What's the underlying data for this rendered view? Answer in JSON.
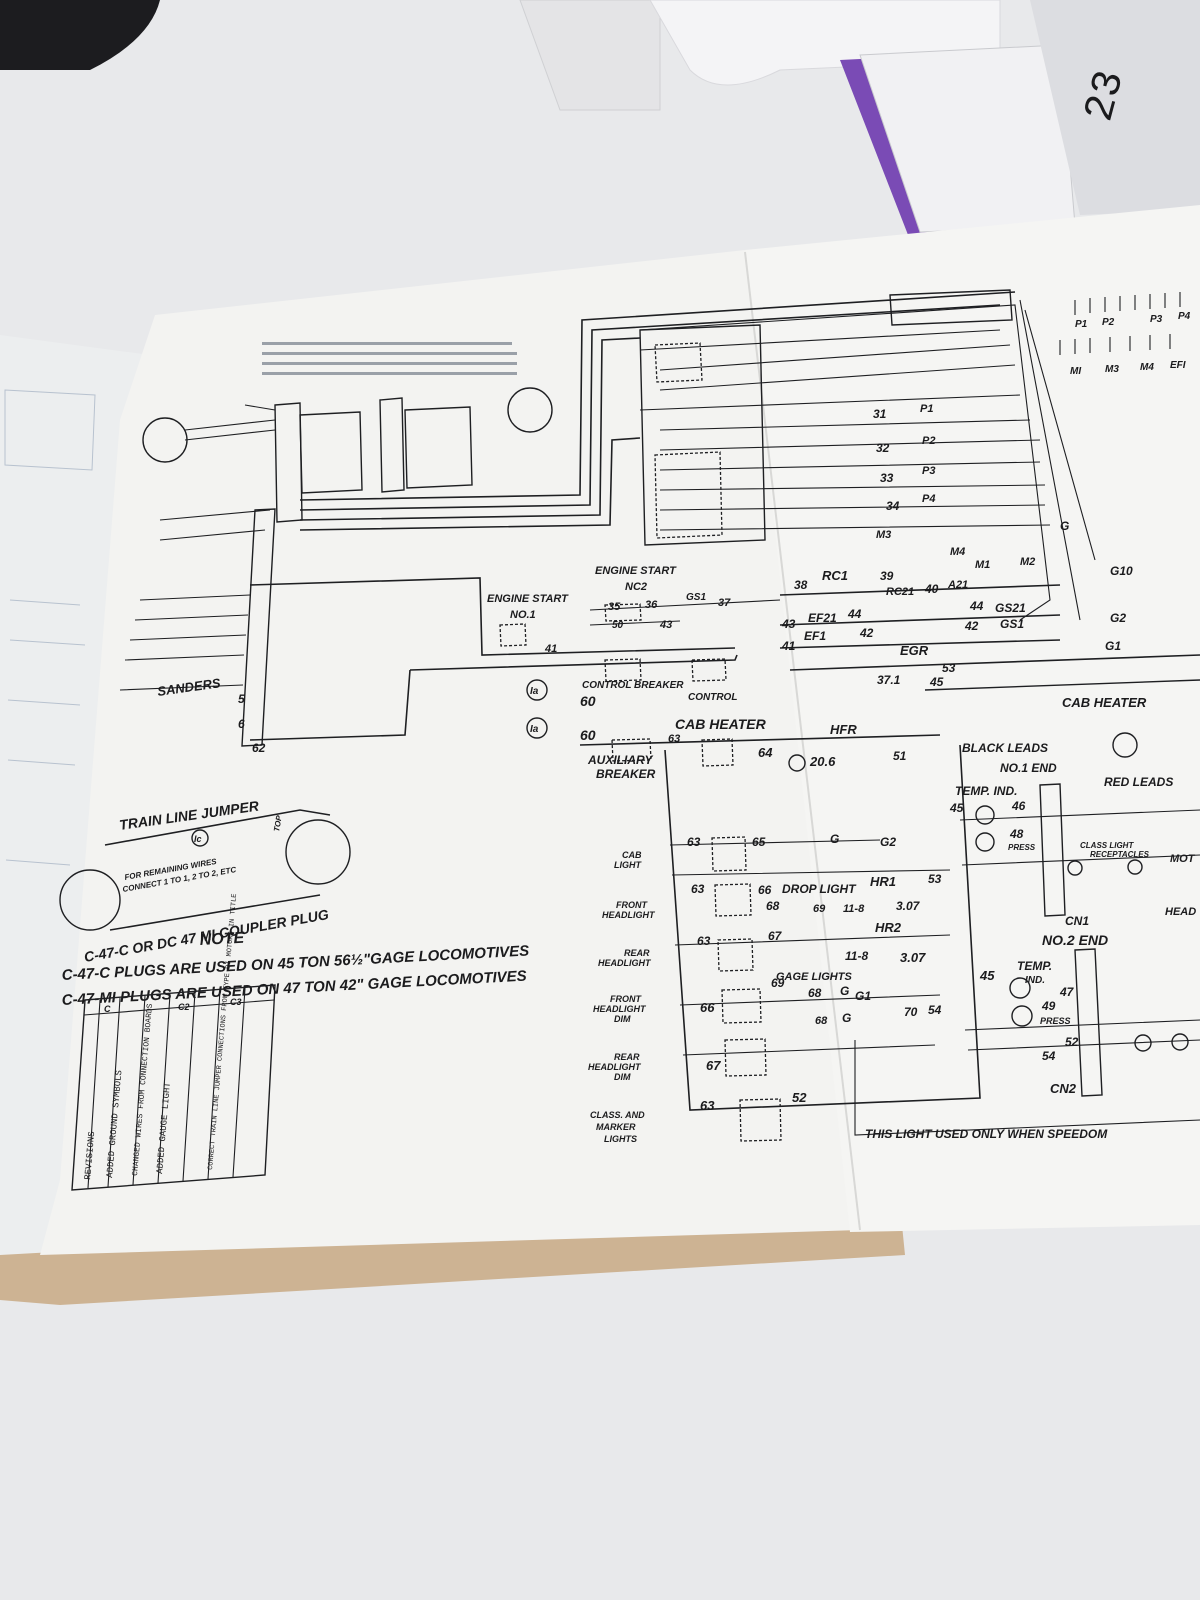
{
  "document": {
    "upper_center_labels": {
      "engine_start_nc2": "ENGINE START",
      "nc2": "NC2",
      "engine_start_no1": "ENGINE START",
      "no1": "NO.1",
      "control_breaker": "CONTROL BREAKER",
      "control": "CONTROL",
      "cab_heater_top": "CAB HEATER",
      "auxiliary": "AUXILIARY",
      "breaker": "BREAKER",
      "hfr": "HFR",
      "egr": "EGR"
    },
    "left_labels": {
      "sanders": "SANDERS",
      "train_line_jumper": "TRAIN LINE JUMPER",
      "for_remaining": "FOR REMAINING WIRES",
      "connect": "CONNECT 1 TO 1, 2 TO 2, ETC",
      "coupler_plug": "C-47-C OR DC 47 MI COUPLER PLUG",
      "top": "TOP"
    },
    "note": {
      "title": "NOTE",
      "line1": "C-47-C PLUGS ARE USED ON 45 TON 56½\"GAGE LOCOMOTIVES",
      "line2": "C-47-MI PLUGS ARE USED ON 47 TON 42\" GAGE LOCOMOTIVES"
    },
    "light_labels": [
      {
        "l1": "CAB",
        "l2": "LIGHT",
        "l3": ""
      },
      {
        "l1": "FRONT",
        "l2": "HEADLIGHT",
        "l3": ""
      },
      {
        "l1": "REAR",
        "l2": "HEADLIGHT",
        "l3": ""
      },
      {
        "l1": "FRONT",
        "l2": "HEADLIGHT",
        "l3": "DIM"
      },
      {
        "l1": "REAR",
        "l2": "HEADLIGHT",
        "l3": "DIM"
      },
      {
        "l1": "CLASS. AND",
        "l2": "MARKER",
        "l3": "LIGHTS"
      }
    ],
    "right_labels": {
      "cab_heater": "CAB HEATER",
      "black_leads": "BLACK LEADS",
      "no1_end": "NO.1 END",
      "red_leads": "RED LEADS",
      "temp_ind": "TEMP. IND.",
      "class_light": "CLASS LIGHT",
      "receptacles": "RECEPTACLES",
      "cn1": "CN1",
      "no2_end": "NO.2 END",
      "temp": "TEMP.",
      "ind": "IND.",
      "press": "PRESS",
      "cn2": "CN2",
      "drop_light": "DROP LIGHT",
      "gage_lights": "GAGE LIGHTS",
      "this_light": "THIS LIGHT USED ONLY WHEN SPEEDOM",
      "mot": "MOT",
      "head": "HEAD"
    },
    "wire_numbers": {
      "w35": "35",
      "w36": "36",
      "w37": "37",
      "w43": "43",
      "w41": "41",
      "w50": "50",
      "w38": "38",
      "w39": "39",
      "w40": "40",
      "w42": "42",
      "w44": "44",
      "w60a": "60",
      "w60b": "60",
      "w63": "63",
      "w64": "64",
      "w51": "51",
      "w20_6": "20.6",
      "w62": "62",
      "w5": "5",
      "w6": "6",
      "w65": "65",
      "w66": "66",
      "w67": "67",
      "w68": "68",
      "w69": "69",
      "w70": "70",
      "w54": "54",
      "w52": "52",
      "w53": "53",
      "w45": "45",
      "w46": "46",
      "w47": "47",
      "w48": "48",
      "w49": "49",
      "w31": "31",
      "w32": "32",
      "w33": "33",
      "w34": "34",
      "w3_07a": "3.07",
      "w3_07b": "3.07",
      "w11_8a": "11-8",
      "w11_8b": "11-8",
      "w37_1": "37.1"
    },
    "device_codes": {
      "rc1": "RC1",
      "rc21": "RC21",
      "a21": "A21",
      "gs1": "GS1",
      "gs21": "GS21",
      "ef1": "EF1",
      "ef21": "EF21",
      "g1": "G1",
      "g2": "G2",
      "g10": "G10",
      "hr1": "HR1",
      "hr2": "HR2",
      "m1": "M1",
      "m2": "M2",
      "m3": "M3",
      "m4": "M4",
      "p3": "P3",
      "p4": "P4",
      "ia": "Ia",
      "ic": "Ic",
      "g": "G",
      "p1": "P1",
      "p2": "P2",
      "m1b": "MI",
      "m3b": "M3",
      "m4b": "M4",
      "efi": "EFI",
      "p3b": "P3",
      "p4b": "P4"
    },
    "revision_table": {
      "rows": [
        "REVISIONS",
        "ADDED GROUND SYMBOLS",
        "CHANGED WIRES FROM CONNECTION BOARDS",
        "ADDED GAUGE LIGHT",
        "CORRECT TRAIN LINE JUMPER CONNECTIONS FROM TYPE DI MOTORS IN TITLE"
      ],
      "markers": [
        "C",
        "C2",
        "C3"
      ]
    },
    "sticker": {
      "text": "23"
    }
  },
  "colors": {
    "paper": "#f2f2f0",
    "ink": "#1e1f22",
    "cover": "#cdb393",
    "background": "#e9eaec",
    "folder": "#7a4bb5"
  }
}
